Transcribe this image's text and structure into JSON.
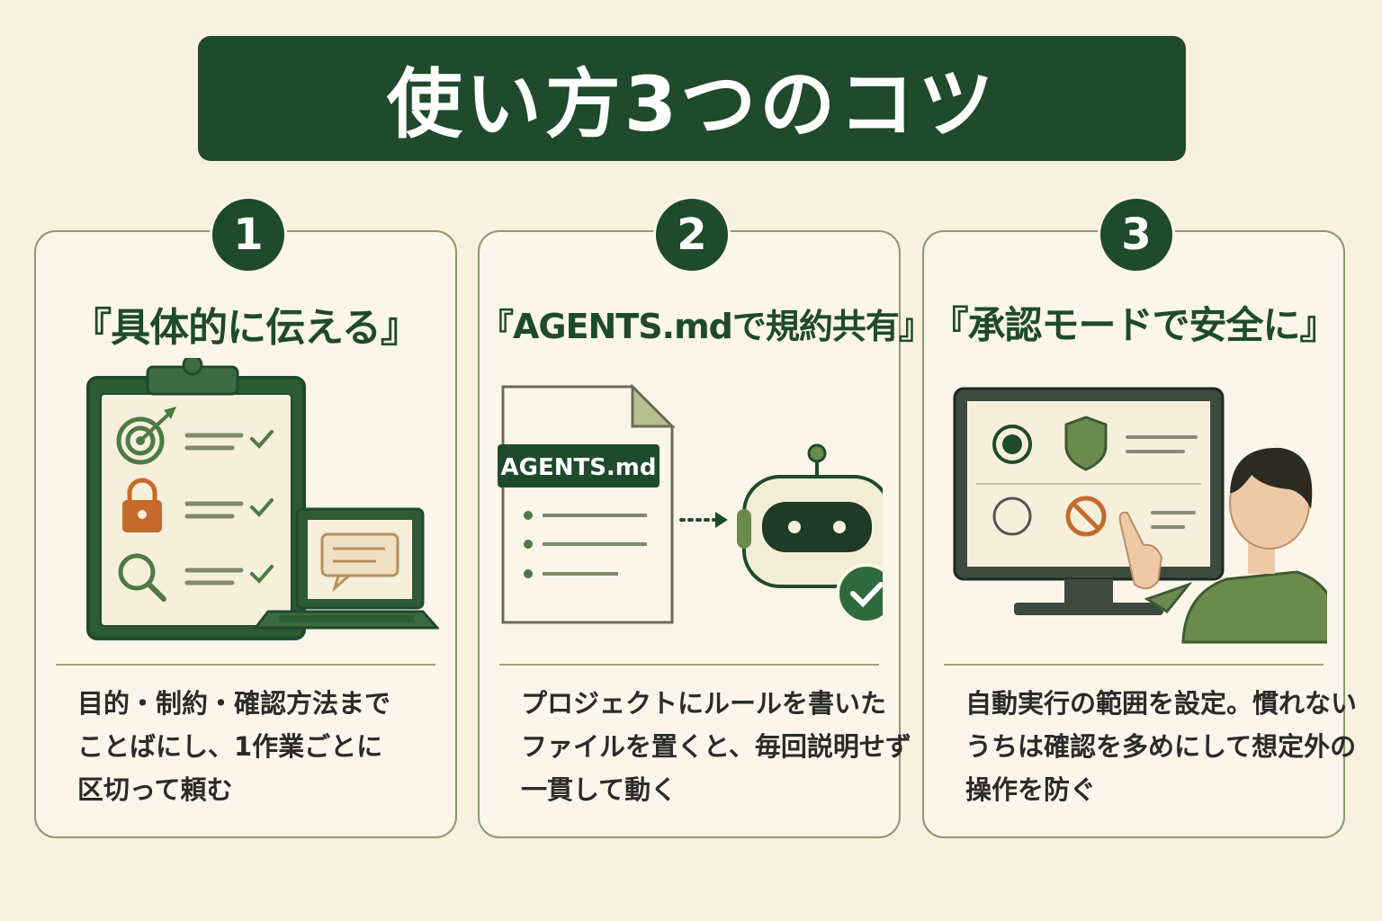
{
  "header": {
    "title": "使い方3つのコツ"
  },
  "cards": [
    {
      "number": "1",
      "title": "『具体的に伝える』",
      "desc_lines": [
        "目的・制約・確認方法まで",
        "ことばにし、1作業ごとに",
        "区切って頼む"
      ],
      "icons": [
        "clipboard-icon",
        "target-icon",
        "lock-icon",
        "magnifier-icon",
        "laptop-icon",
        "chat-bubble-icon",
        "check-icon"
      ]
    },
    {
      "number": "2",
      "title": "『AGENTS.mdで規約共有』",
      "file_label": "AGENTS.md",
      "desc_lines": [
        "プロジェクトにルールを書いた",
        "ファイルを置くと、毎回説明せず",
        "一貫して動く"
      ],
      "icons": [
        "document-icon",
        "arrow-right-icon",
        "robot-icon",
        "check-circle-icon"
      ]
    },
    {
      "number": "3",
      "title": "『承認モードで安全に』",
      "desc_lines": [
        "自動実行の範囲を設定。慣れない",
        "うちは確認を多めにして想定外の",
        "操作を防ぐ"
      ],
      "icons": [
        "monitor-icon",
        "radio-selected-icon",
        "shield-icon",
        "radio-empty-icon",
        "prohibited-icon",
        "person-pointing-icon"
      ]
    }
  ],
  "colors": {
    "background": "#f8f1df",
    "primary": "#1f4a2c",
    "accent_green": "#6b8a4e",
    "accent_orange": "#c56a2a",
    "border": "#8c9a6e"
  }
}
